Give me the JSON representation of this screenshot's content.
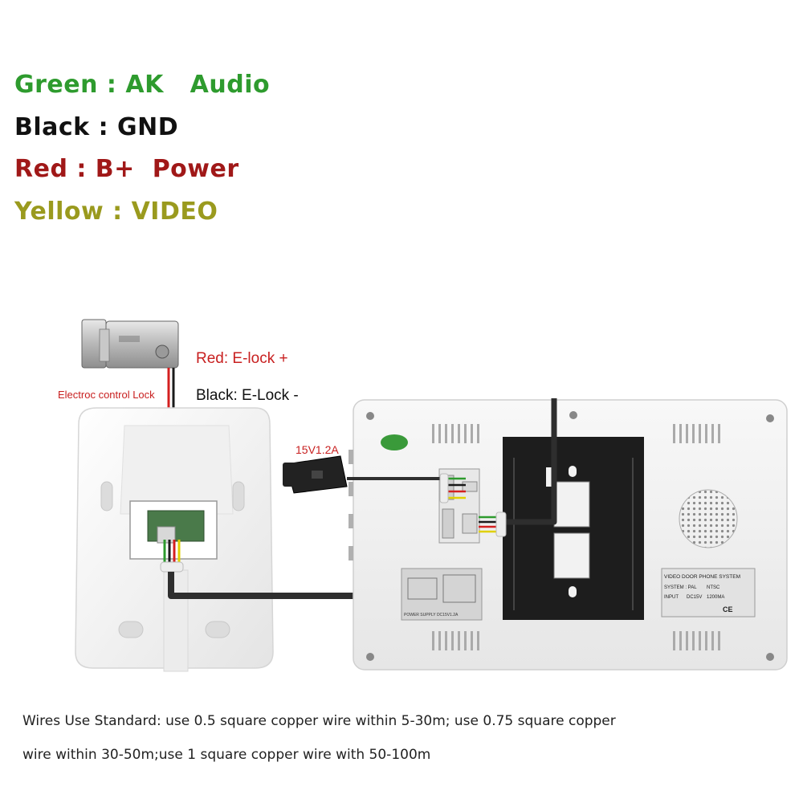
{
  "legend": [
    {
      "text": "Green : AK   Audio",
      "color": "#2e9b2e"
    },
    {
      "text": "Black : GND",
      "color": "#111111"
    },
    {
      "text": "Red : B+  Power",
      "color": "#a01818"
    },
    {
      "text": "Yellow : VIDEO",
      "color": "#9a9a1e"
    }
  ],
  "lock": {
    "caption": "Electroc control Lock",
    "red_label": "Red: E-lock +",
    "black_label": "Black: E-Lock -"
  },
  "adapter": {
    "label": "15V1.2A"
  },
  "monitor": {
    "panel_title": "VIDEO DOOR PHONE SYSTEM",
    "panel_system": "SYSTEM : PAL",
    "panel_ntsc": "NTSC",
    "panel_input": "INPUT",
    "panel_dc": "DC15V",
    "panel_ma": "1200MA",
    "panel_ce": "CE",
    "back_label_bottom": "POWER SUPPLY DC15V1.2A"
  },
  "notes": {
    "line1": "Wires Use Standard: use 0.5 square copper wire within 5-30m; use 0.75 square copper",
    "line2": "wire within 30-50m;use 1 square copper wire with 50-100m"
  },
  "colors": {
    "wire_green": "#2e9b2e",
    "wire_black": "#1a1a1a",
    "wire_red": "#d42020",
    "wire_yellow": "#e0d000",
    "label_red": "#c82020",
    "device_white": "#f6f6f6",
    "bracket": "#222222"
  }
}
